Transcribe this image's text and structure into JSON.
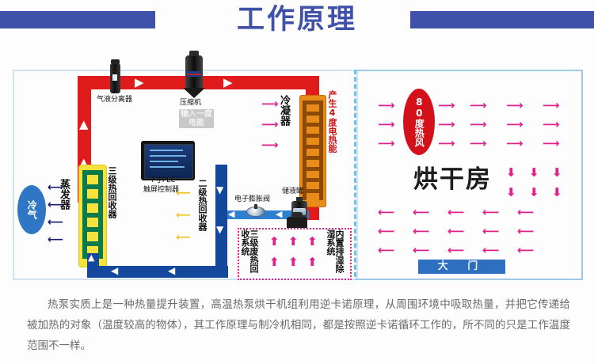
{
  "header": {
    "title": "工作原理",
    "bar_color": "#3f51a8",
    "title_color": "#3f51a8"
  },
  "diagram": {
    "components": {
      "separator_label": "气液分离器",
      "compressor_label": "压缩机",
      "compressor_note": "输入一度电能",
      "plc_label_line1": "7寸PLC",
      "plc_label_line2": "触屏控制器",
      "expansion_valve_label": "电子膨胀阀",
      "receiver_tank_label": "储液罐",
      "condenser_label": "冷凝器",
      "condenser_output": "产生4度电热能",
      "evaporator_label": "蒸发器",
      "heat_recovery_3": "三级热回收器",
      "heat_recovery_2": "二级热回收器",
      "cold_air_badge": "冷气",
      "hot_air_badge": "80度热风",
      "waste_heat_system": "三级废热回收系统",
      "dehumidify_system": "内置排湿除湿系统",
      "room_title": "烘干房",
      "door_label": "大 门"
    },
    "colors": {
      "hot_pipe": "#e01b1b",
      "cold_pipe": "#14489c",
      "airflow_arrow": "#e0218a",
      "hot_badge": "#d4111b",
      "cold_badge": "#2f77c4",
      "room_border": "#9ec9e8",
      "divider": "#6fc2e8",
      "door": "#2f6fc0"
    }
  },
  "caption": {
    "text": "热泵实质上是一种热量提升装置，高温热泵烘干机组利用逆卡诺原理，从周围环境中吸取热量，并把它传递给被加热的对象（温度较高的物体），其工作原理与制冷机相同，都是按照逆卡诺循环工作的，所不同的只是工作温度范围不一样。"
  }
}
